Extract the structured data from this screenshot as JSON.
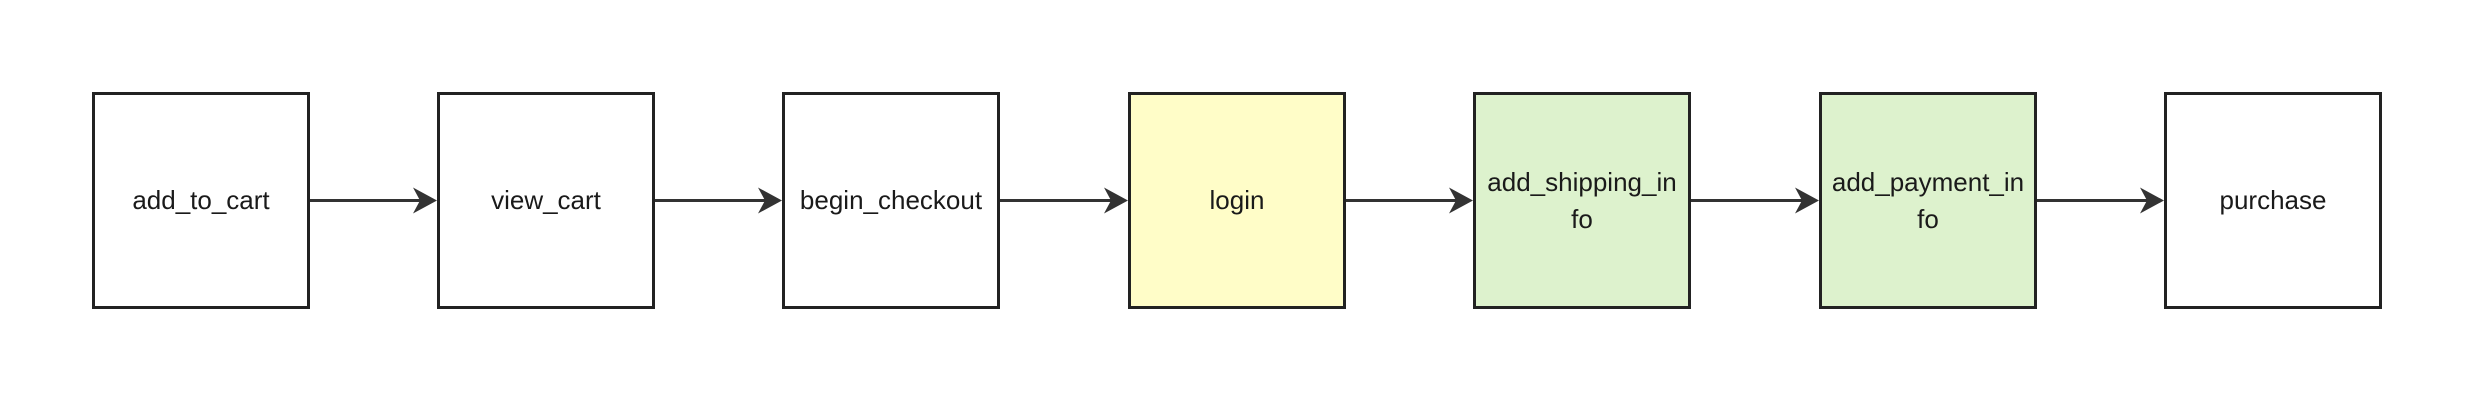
{
  "diagram": {
    "nodes": [
      {
        "id": "add_to_cart",
        "label": "add_to_cart",
        "fill": "#ffffff"
      },
      {
        "id": "view_cart",
        "label": "view_cart",
        "fill": "#ffffff"
      },
      {
        "id": "begin_checkout",
        "label": "begin_checkout",
        "fill": "#ffffff"
      },
      {
        "id": "login",
        "label": "login",
        "fill": "#fffdc8"
      },
      {
        "id": "add_shipping_info",
        "label": "add_shipping_info",
        "fill": "#ddf2cd"
      },
      {
        "id": "add_payment_info",
        "label": "add_payment_info",
        "fill": "#ddf2cd"
      },
      {
        "id": "purchase",
        "label": "purchase",
        "fill": "#ffffff"
      }
    ],
    "edges": [
      {
        "from": "add_to_cart",
        "to": "view_cart"
      },
      {
        "from": "view_cart",
        "to": "begin_checkout"
      },
      {
        "from": "begin_checkout",
        "to": "login"
      },
      {
        "from": "login",
        "to": "add_shipping_info"
      },
      {
        "from": "add_shipping_info",
        "to": "add_payment_info"
      },
      {
        "from": "add_payment_info",
        "to": "purchase"
      }
    ],
    "colors": {
      "stroke": "#222222",
      "arrow": "#333333",
      "text": "#1a1a1a"
    }
  }
}
